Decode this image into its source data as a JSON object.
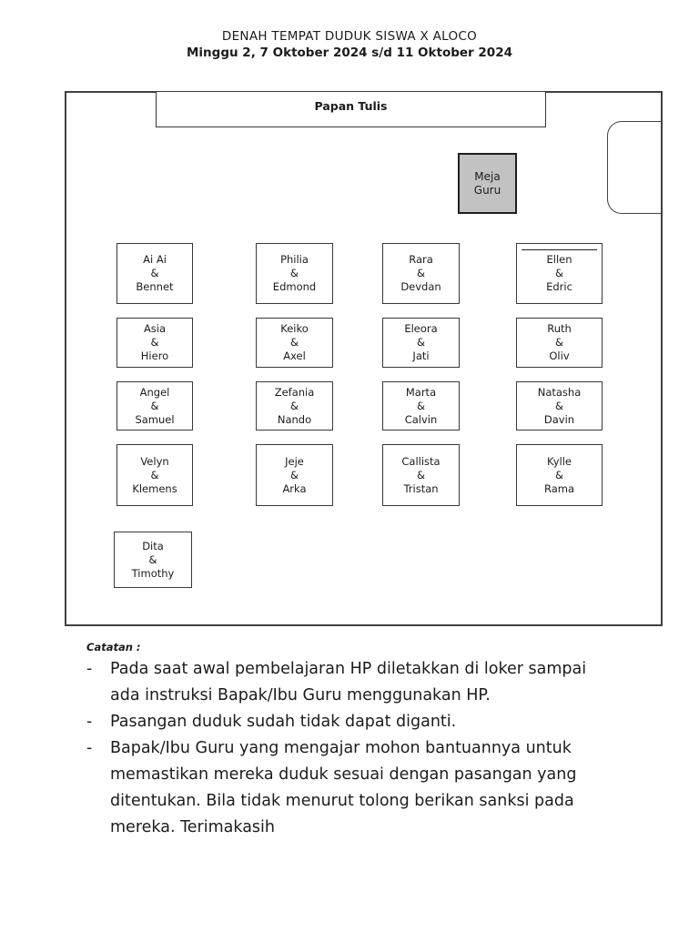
{
  "header": {
    "title": "DENAH TEMPAT DUDUK SISWA X ALOCO",
    "subtitle": "Minggu 2, 7 Oktober 2024 s/d 11 Oktober 2024"
  },
  "room": {
    "board_label": "Papan Tulis",
    "teacher_desk": {
      "line1": "Meja",
      "line2": "Guru"
    },
    "desk_fill_color": "#c2c2c2",
    "border_color": "#404040"
  },
  "seating": {
    "pair_separator": "&",
    "seats": [
      {
        "row": 1,
        "col": 1,
        "name1": "Ai Ai",
        "name2": "Bennet"
      },
      {
        "row": 1,
        "col": 2,
        "name1": "Philia",
        "name2": "Edmond"
      },
      {
        "row": 1,
        "col": 3,
        "name1": "Rara",
        "name2": "Devdan"
      },
      {
        "row": 1,
        "col": 4,
        "name1": "Ellen",
        "name2": "Edric",
        "marked": true
      },
      {
        "row": 2,
        "col": 1,
        "name1": "Asia",
        "name2": "Hiero"
      },
      {
        "row": 2,
        "col": 2,
        "name1": "Keiko",
        "name2": "Axel"
      },
      {
        "row": 2,
        "col": 3,
        "name1": "Eleora",
        "name2": "Jati"
      },
      {
        "row": 2,
        "col": 4,
        "name1": "Ruth",
        "name2": "Oliv"
      },
      {
        "row": 3,
        "col": 1,
        "name1": "Angel",
        "name2": "Samuel"
      },
      {
        "row": 3,
        "col": 2,
        "name1": "Zefania",
        "name2": "Nando"
      },
      {
        "row": 3,
        "col": 3,
        "name1": "Marta",
        "name2": "Calvin"
      },
      {
        "row": 3,
        "col": 4,
        "name1": "Natasha",
        "name2": "Davin"
      },
      {
        "row": 4,
        "col": 1,
        "name1": "Velyn",
        "name2": "Klemens"
      },
      {
        "row": 4,
        "col": 2,
        "name1": "Jeje",
        "name2": "Arka"
      },
      {
        "row": 4,
        "col": 3,
        "name1": "Callista",
        "name2": "Tristan"
      },
      {
        "row": 4,
        "col": 4,
        "name1": "Kylle",
        "name2": "Rama"
      },
      {
        "row": 5,
        "col": 1,
        "name1": "Dita",
        "name2": "Timothy"
      }
    ]
  },
  "notes": {
    "heading": "Catatan :",
    "bullet": "-",
    "items": [
      "Pada saat awal pembelajaran HP diletakkan di loker sampai ada instruksi Bapak/Ibu Guru menggunakan HP.",
      "Pasangan duduk sudah tidak dapat diganti.",
      "Bapak/Ibu Guru yang mengajar mohon bantuannya untuk memastikan mereka duduk sesuai dengan pasangan yang ditentukan. Bila tidak menurut tolong berikan sanksi pada mereka. Terimakasih"
    ]
  }
}
